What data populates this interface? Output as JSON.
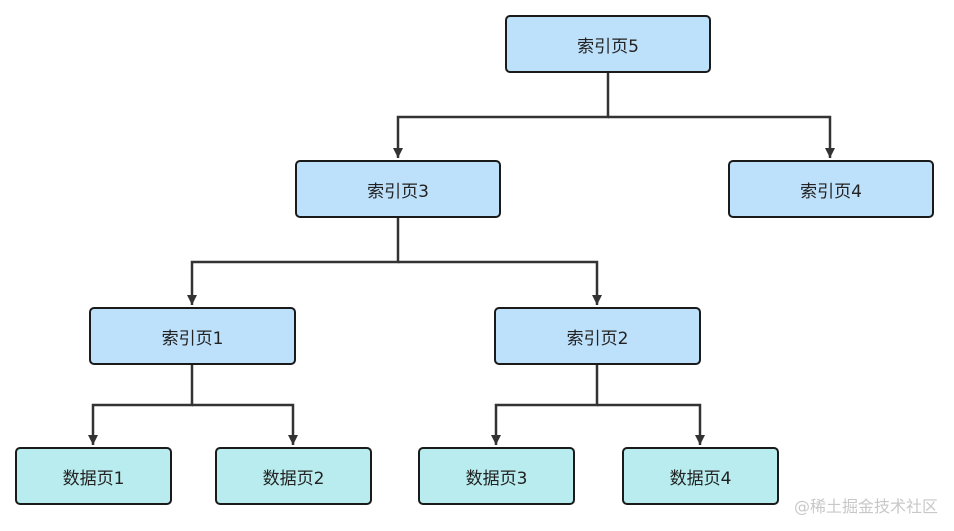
{
  "nodes": {
    "index5": "索引页5",
    "index3": "索引页3",
    "index4": "索引页4",
    "index1": "索引页1",
    "index2": "索引页2",
    "data1": "数据页1",
    "data2": "数据页2",
    "data3": "数据页3",
    "data4": "数据页4"
  },
  "edges": [
    [
      "index5",
      "index3"
    ],
    [
      "index5",
      "index4"
    ],
    [
      "index3",
      "index1"
    ],
    [
      "index3",
      "index2"
    ],
    [
      "index1",
      "data1"
    ],
    [
      "index1",
      "data2"
    ],
    [
      "index2",
      "data3"
    ],
    [
      "index2",
      "data4"
    ]
  ],
  "colors": {
    "index_fill": "#bde0fb",
    "data_fill": "#b8ecee",
    "stroke": "#1a1a1a",
    "connector": "#333333"
  },
  "watermark": "@稀土掘金技术社区"
}
